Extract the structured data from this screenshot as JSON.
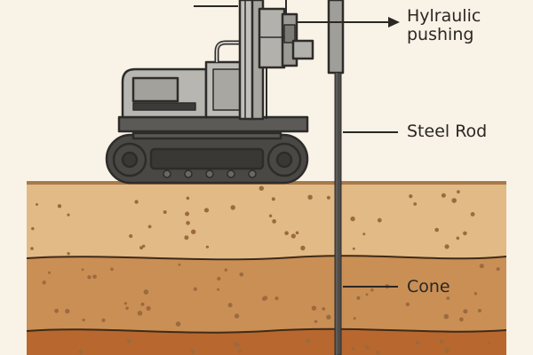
{
  "labels": {
    "hydraulic_line1": "Hylraulic",
    "hydraulic_line2": "pushing",
    "steel_rod": "Steel Rod",
    "cone": "Cone"
  },
  "colors": {
    "background": "#f9f2e6",
    "machine_body": "#b8b6b0",
    "machine_dark": "#3d3b38",
    "track": "#4a4845",
    "outline": "#2e2c2a",
    "soil_top": "#e2ba86",
    "soil_middle": "#c98f55",
    "soil_bottom": "#b8682e",
    "soil_dots": "#9c6a3e",
    "rod": "#4f4d4a"
  },
  "icons": [
    "crawler-rig",
    "steel-rod",
    "cone-tip",
    "soil-layers"
  ]
}
